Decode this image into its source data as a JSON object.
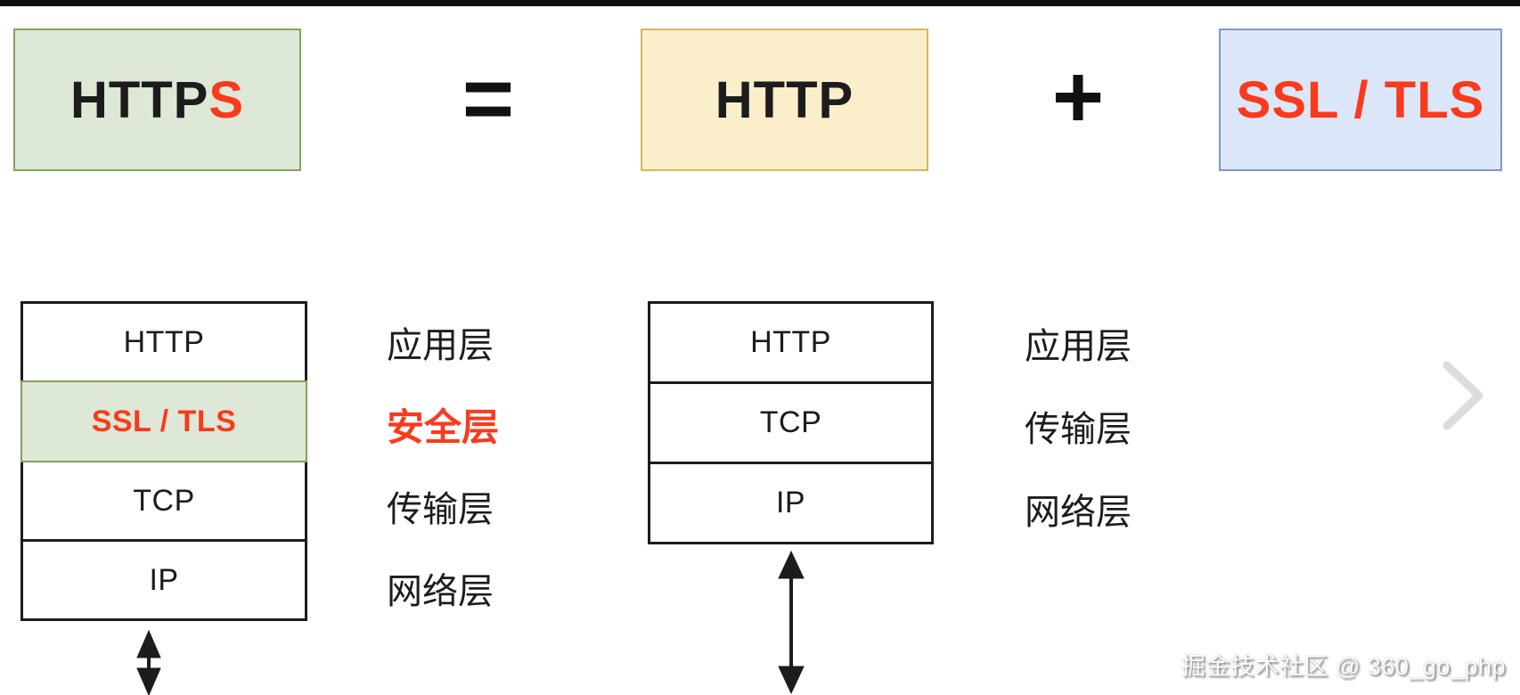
{
  "colors": {
    "accent_red": "#f93a1d",
    "green_fill": "#dde8d6",
    "green_border": "#83a35d",
    "yellow_fill": "#fbeeca",
    "yellow_border": "#d9b65f",
    "blue_fill": "#dbe7f8",
    "blue_border": "#8098c5",
    "ink": "#1c1c1c",
    "chevron_gray": "#dcdcdc",
    "top_bar": "#0f0f0f"
  },
  "equation": {
    "https_black_part": "HTTP",
    "https_red_part": "S",
    "equals_sign": "=",
    "http_label": "HTTP",
    "plus_sign": "+",
    "ssl_tls_label": "SSL / TLS"
  },
  "left_stack": {
    "rows": [
      {
        "protocol": "HTTP",
        "layer": "应用层",
        "highlighted": false
      },
      {
        "protocol": "SSL / TLS",
        "layer": "安全层",
        "highlighted": true
      },
      {
        "protocol": "TCP",
        "layer": "传输层",
        "highlighted": false
      },
      {
        "protocol": "IP",
        "layer": "网络层",
        "highlighted": false
      }
    ]
  },
  "right_stack": {
    "rows": [
      {
        "protocol": "HTTP",
        "layer": "应用层",
        "highlighted": false
      },
      {
        "protocol": "TCP",
        "layer": "传输层",
        "highlighted": false
      },
      {
        "protocol": "IP",
        "layer": "网络层",
        "highlighted": false
      }
    ]
  },
  "icons": {
    "next_chevron": "›"
  },
  "watermark": "掘金技术社区 @ 360_go_php"
}
